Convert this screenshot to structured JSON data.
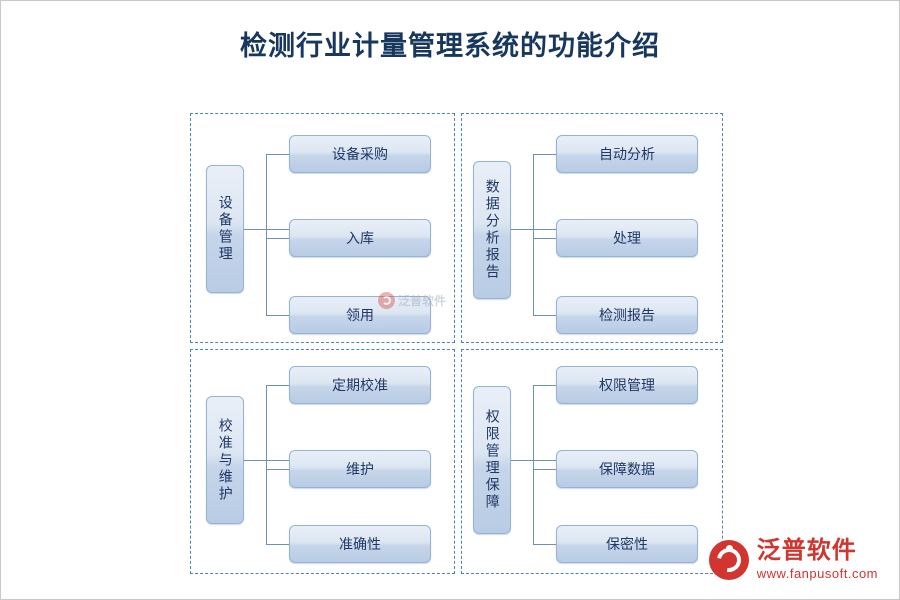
{
  "page": {
    "title": "检测行业计量管理系统的功能介绍",
    "accent_color": "#17375e",
    "node_border_color": "#95b3d7",
    "frame_color": "#4f81bd",
    "logo_color": "#d0352f"
  },
  "diagram": {
    "type": "tree-groups",
    "groups": [
      {
        "root": "设备管理",
        "children": [
          "设备采购",
          "入库",
          "领用"
        ]
      },
      {
        "root": "数据分析报告",
        "children": [
          "自动分析",
          "处理",
          "检测报告"
        ]
      },
      {
        "root": "校准与维护",
        "children": [
          "定期校准",
          "维护",
          "准确性"
        ]
      },
      {
        "root": "权限管理保障",
        "children": [
          "权限管理",
          "保障数据",
          "保密性"
        ]
      }
    ]
  },
  "watermark": {
    "center_text": "泛普软件",
    "mark": "circle-swoosh-icon"
  },
  "logo": {
    "mark": "fanpu-logo-icon",
    "name": "泛普软件",
    "url": "www.fanpusoft.com"
  }
}
